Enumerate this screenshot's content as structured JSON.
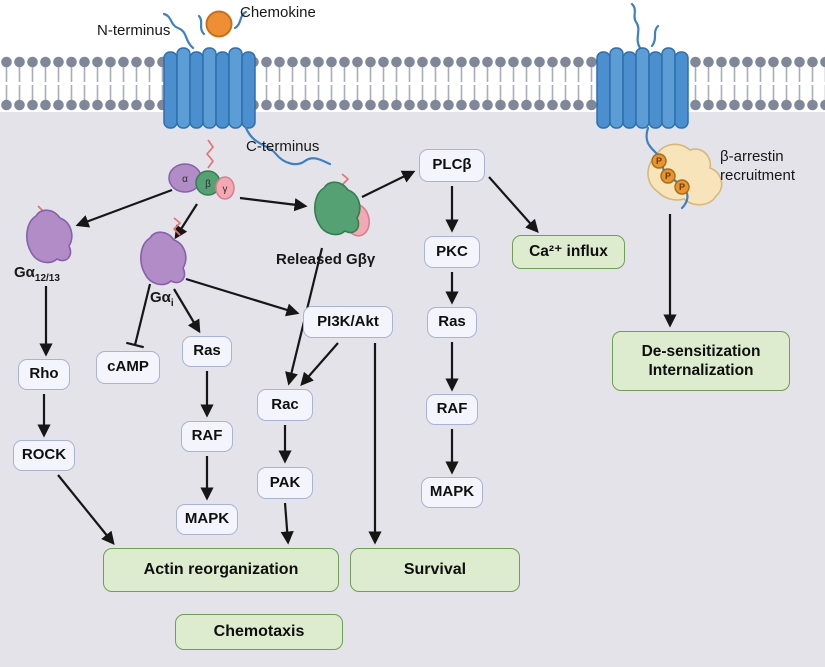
{
  "annotations": {
    "chemokine": "Chemokine",
    "n_terminus": "N-terminus",
    "c_terminus": "C-terminus",
    "released_gbg": "Released Gβγ",
    "beta_arrestin_line1": "β-arrestin",
    "beta_arrestin_line2": "recruitment",
    "g12": {
      "base": "Gα",
      "sub": "12/13"
    },
    "gi": {
      "base": "Gα",
      "sub": "i"
    }
  },
  "glyphs": {
    "alpha": "α",
    "beta": "β",
    "gamma": "γ",
    "phosphate": "P"
  },
  "nodes": {
    "plcb": "PLCβ",
    "pkc": "PKC",
    "ras_right": "Ras",
    "raf_right": "RAF",
    "mapk_right": "MAPK",
    "rho": "Rho",
    "rock": "ROCK",
    "camp": "cAMP",
    "ras_mid": "Ras",
    "raf_mid": "RAF",
    "mapk_mid": "MAPK",
    "pi3k_akt": "PI3K/Akt",
    "rac": "Rac",
    "pak": "PAK"
  },
  "outcomes": {
    "ca_influx": "Ca²⁺ influx",
    "desensitization_line1": "De-sensitization",
    "desensitization_line2": "Internalization",
    "actin_reorganization": "Actin reorganization",
    "chemotaxis": "Chemotaxis",
    "survival": "Survival"
  },
  "colors": {
    "cytoplasm": "#e4e3ea",
    "membrane_head": "#7f8798",
    "node_fill": "#f4f5fc",
    "node_border": "#a9b3d6",
    "outcome_fill": "#ddeccf",
    "outcome_border": "#6f9f55",
    "receptor_blue": "#5d9dd6",
    "chemokine_orange": "#ef8f35",
    "g_alpha_purple": "#b18cc6",
    "g_beta_green": "#55a173",
    "g_gamma_pink": "#f3a8b3",
    "arrestin_tan": "#f7e4bb",
    "arrow_black": "#161616"
  }
}
